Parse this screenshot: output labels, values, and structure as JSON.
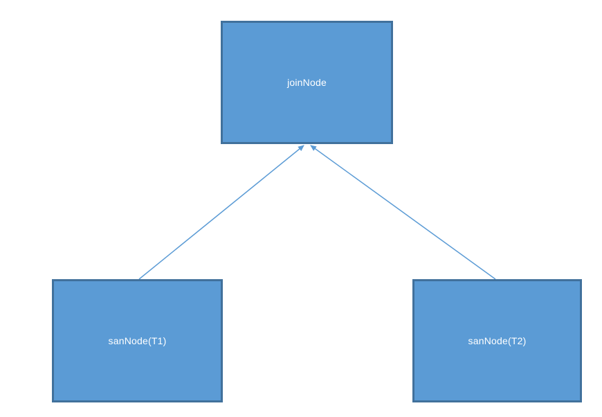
{
  "diagram": {
    "nodes": {
      "join": {
        "label": "joinNode"
      },
      "t1": {
        "label": "sanNode(T1)"
      },
      "t2": {
        "label": "sanNode(T2)"
      }
    },
    "edges": [
      {
        "from": "sanNode(T1)",
        "to": "joinNode"
      },
      {
        "from": "sanNode(T2)",
        "to": "joinNode"
      }
    ],
    "colors": {
      "node_fill": "#5b9bd5",
      "node_border": "#41719c",
      "edge": "#5b9bd5",
      "label": "#ffffff"
    }
  }
}
